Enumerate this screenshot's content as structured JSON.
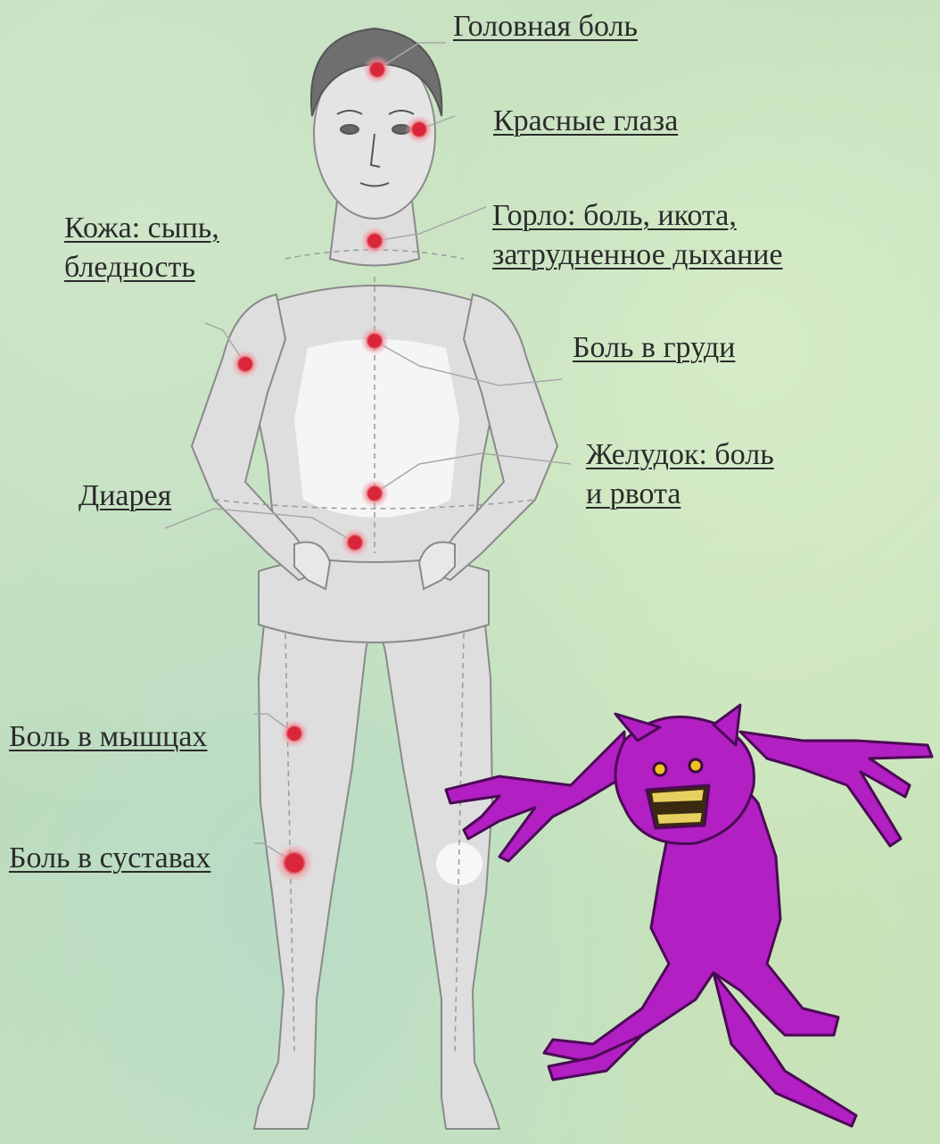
{
  "labels": {
    "headache": "Головная боль",
    "red_eyes": "Красные глаза",
    "skin_line1": "Кожа: сыпь,",
    "skin_line2": "бледность",
    "throat_line1": "Горло: боль, икота,",
    "throat_line2": "затрудненное дыхание",
    "chest_pain": "Боль в груди",
    "stomach_line1": "Желудок: боль",
    "stomach_line2": "и рвота",
    "diarrhea": "Диарея",
    "muscle_pain": "Боль в мышцах",
    "joint_pain": "Боль в суставах"
  },
  "colors": {
    "pain_point": "#d9263a",
    "body": "#dcdcdc",
    "creature": "#b21fc2"
  },
  "illustrations": [
    "human-body-figure",
    "purple-monster-creature"
  ]
}
